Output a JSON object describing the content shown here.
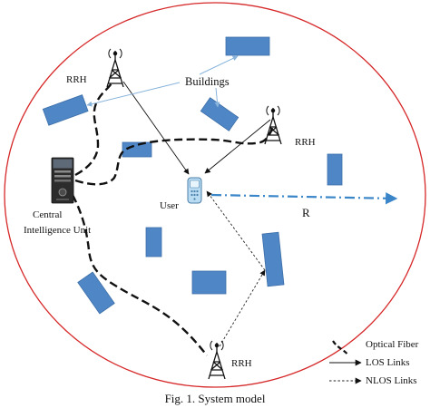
{
  "labels": {
    "rrh_top_left": "RRH",
    "rrh_right": "RRH",
    "rrh_bottom": "RRH",
    "buildings": "Buildings",
    "user": "User",
    "radius": "R",
    "central_unit_line1": "Central",
    "central_unit_line2": "Intelligence Unit"
  },
  "legend": {
    "optical_fiber": "Optical Fiber",
    "los_links": "LOS Links",
    "nlos_links": "NLOS Links"
  },
  "caption": "Fig. 1.  System model",
  "colors": {
    "cell_boundary": "#d62728",
    "building_fill": "#4f86c6",
    "building_stroke": "#3d6fa8",
    "radius_arrow": "#3a86c8",
    "buildings_pointer": "#88b4dc",
    "fiber": "#111111",
    "los": "#111111",
    "nlos": "#222222"
  },
  "icons": {
    "rrh": "radio-tower-icon",
    "user": "mobile-phone-icon",
    "central_unit": "server-computer-icon"
  }
}
